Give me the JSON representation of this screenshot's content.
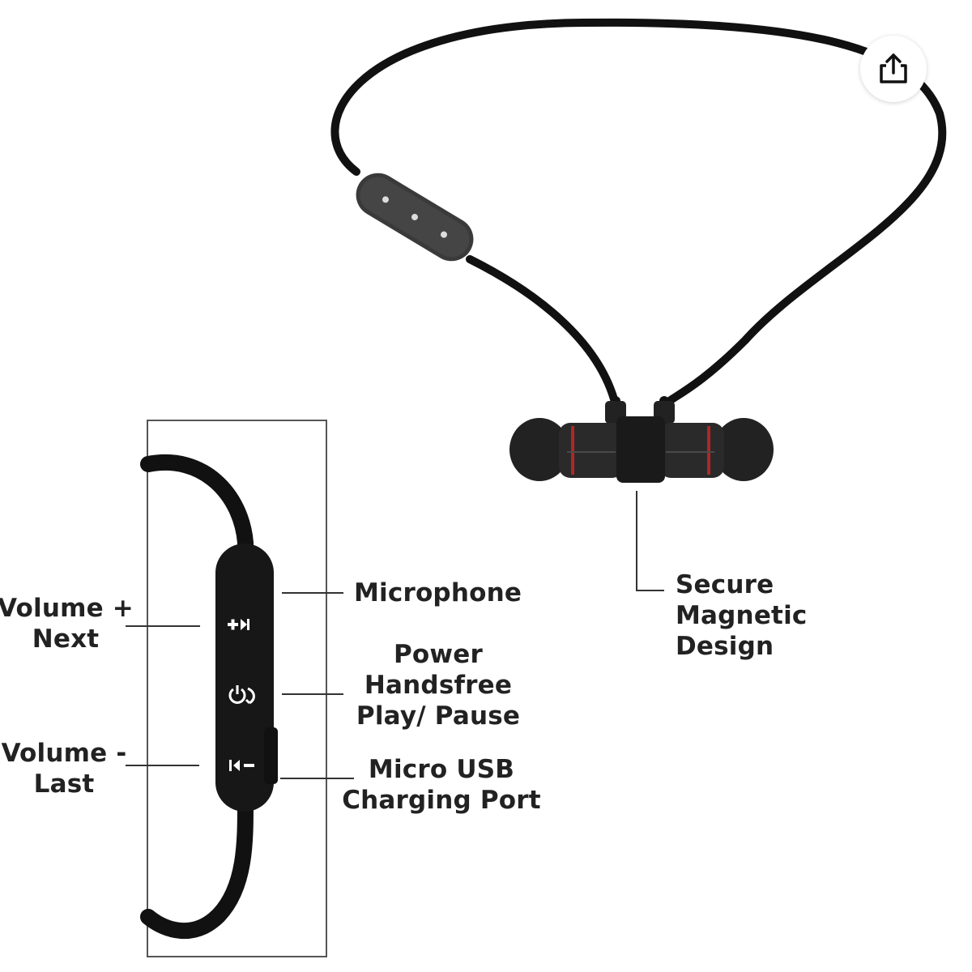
{
  "labels": {
    "microphone": "Microphone",
    "volume_plus": "Volume +\nNext",
    "power": "Power\nHandsfree\nPlay/ Pause",
    "volume_minus": "Volume -\nLast",
    "usb": "Micro USB\nCharging Port",
    "magnetic": "Secure\nMagnetic\nDesign"
  },
  "icons": {
    "share": "share-icon"
  }
}
